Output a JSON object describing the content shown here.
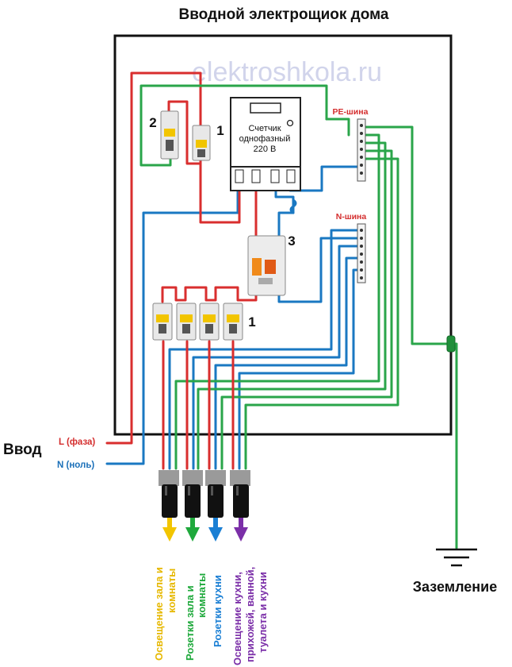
{
  "title": "Вводной электрощиок дома",
  "watermark": "elektroshkola.ru",
  "meter": {
    "line1": "Счетчик",
    "line2": "однофазный",
    "line3": "220 В"
  },
  "labels": {
    "num_main_breaker": "1",
    "num_reserve_breaker": "2",
    "num_rcd": "3",
    "num_group_breakers": "1",
    "pe_bus": "PE-шина",
    "n_bus": "N-шина",
    "input": "Ввод",
    "phase": "L (фаза)",
    "neutral": "N (ноль)",
    "ground": "Заземление"
  },
  "outputs": [
    {
      "text1": "Освещение зала и",
      "text2": "комнаты",
      "color": "#f2c500"
    },
    {
      "text1": "Розетки зала и",
      "text2": "комнаты",
      "color": "#1fa93c"
    },
    {
      "text1": "Розетки кухни",
      "text2": "",
      "color": "#1a7fd4"
    },
    {
      "text1": "Освещение кухни,",
      "text2": "прихожей, ванной,",
      "text3": "туалета и кухни",
      "color": "#7b2fa8"
    }
  ],
  "colors": {
    "phase": "#d92e2e",
    "neutral": "#1a78c2",
    "ground": "#2aa54a",
    "accent_text": "#d42d2d",
    "neutral_text": "#1a6fb8"
  }
}
